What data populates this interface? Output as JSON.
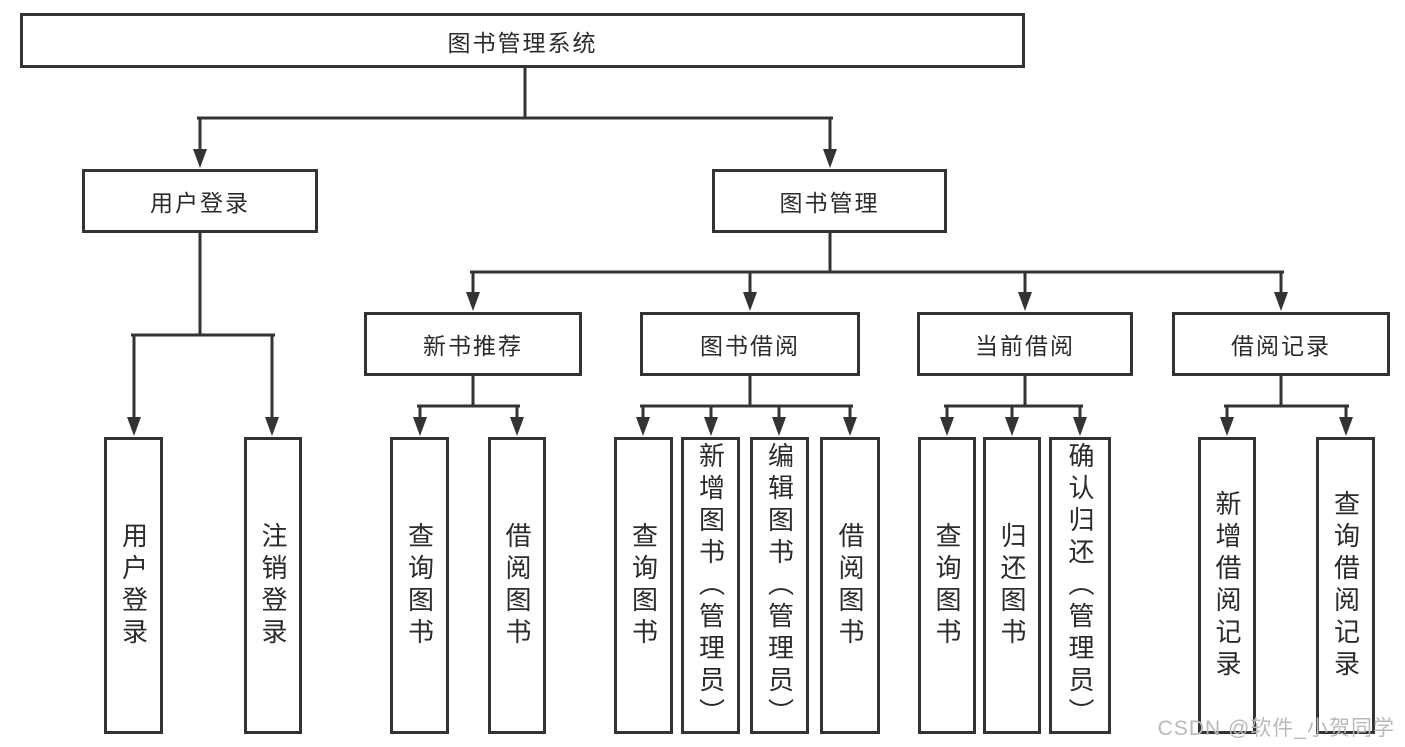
{
  "diagram_type": "hierarchy-tree",
  "hierarchy": {
    "label": "图书管理系统",
    "children": [
      {
        "label": "用户登录",
        "children": [
          {
            "label": "用户登录"
          },
          {
            "label": "注销登录"
          }
        ]
      },
      {
        "label": "图书管理",
        "children": [
          {
            "label": "新书推荐",
            "children": [
              {
                "label": "查询图书"
              },
              {
                "label": "借阅图书"
              }
            ]
          },
          {
            "label": "图书借阅",
            "children": [
              {
                "label": "查询图书"
              },
              {
                "label": "新增图书（管理员）"
              },
              {
                "label": "编辑图书（管理员）"
              },
              {
                "label": "借阅图书"
              }
            ]
          },
          {
            "label": "当前借阅",
            "children": [
              {
                "label": "查询图书"
              },
              {
                "label": "归还图书"
              },
              {
                "label": "确认归还（管理员）"
              }
            ]
          },
          {
            "label": "借阅记录",
            "children": [
              {
                "label": "新增借阅记录"
              },
              {
                "label": "查询借阅记录"
              }
            ]
          }
        ]
      }
    ]
  },
  "watermark": {
    "text": "CSDN @软件_小贺同学"
  },
  "colors": {
    "line": "#333333",
    "box_border": "#333333",
    "text": "#2b2b2b",
    "watermark_text": "#b9b9b9",
    "background": "#ffffff"
  }
}
